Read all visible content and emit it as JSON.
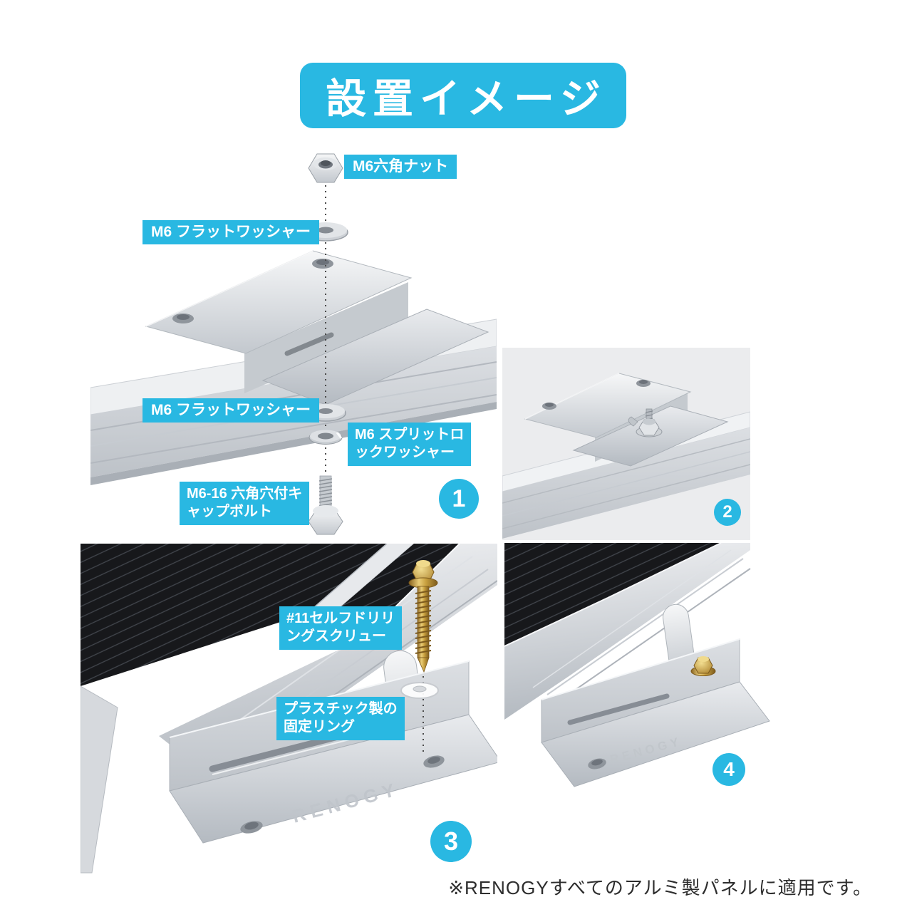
{
  "title": "設置イメージ",
  "accent": "#29b8e2",
  "panel1": {
    "step": "1",
    "labels": {
      "hex_nut": {
        "lines": [
          "M6六角ナット",
          ""
        ]
      },
      "flat_washer_top": {
        "lines": [
          "M6 フラットワッシャー",
          ""
        ]
      },
      "flat_washer_bottom": {
        "lines": [
          "M6 フラットワッシャー",
          ""
        ]
      },
      "split_lock_washer": {
        "lines": [
          "M6 スプリットロ",
          "ックワッシャー"
        ]
      },
      "cap_bolt": {
        "lines": [
          "M6-16 六角穴付キ",
          "ャップボルト"
        ]
      }
    }
  },
  "panel2": {
    "step": "2"
  },
  "panel3": {
    "step": "3",
    "labels": {
      "self_drilling_screw": {
        "lines": [
          "#11セルフドリリ",
          "ングスクリュー"
        ]
      },
      "plastic_ring": {
        "lines": [
          "プラスチック製の",
          "固定リング"
        ]
      }
    }
  },
  "panel4": {
    "step": "4"
  },
  "watermark": "RENOGY",
  "footnote": "※RENOGYすべてのアルミ製パネルに適用です。"
}
